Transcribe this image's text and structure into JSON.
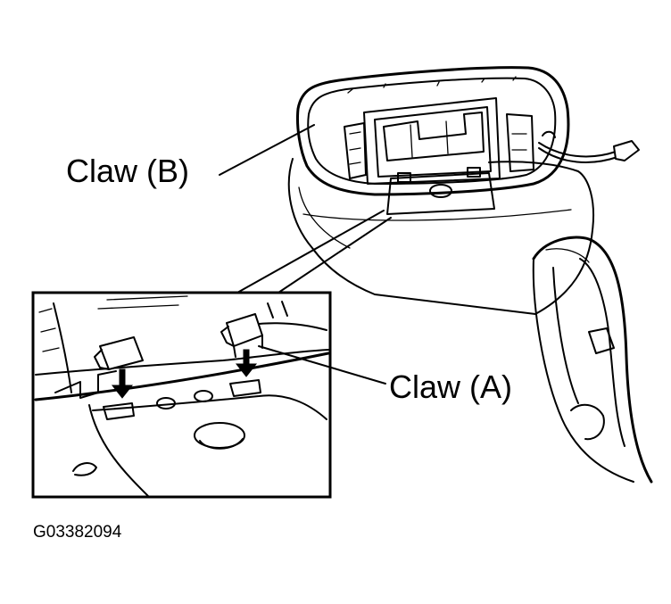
{
  "labels": {
    "claw_b": "Claw (B)",
    "claw_a": "Claw (A)",
    "figure_code": "G03382094"
  },
  "colors": {
    "ink": "#000000",
    "paper": "#ffffff"
  }
}
